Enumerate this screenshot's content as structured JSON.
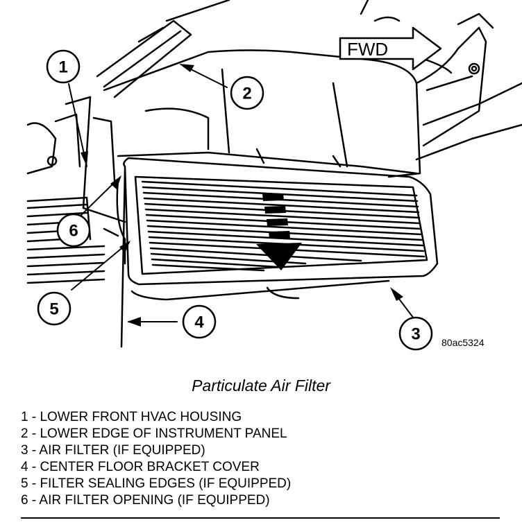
{
  "figure": {
    "title": "Particulate Air Filter",
    "reference_code": "80ac5324",
    "direction_label": "FWD"
  },
  "callouts": [
    {
      "number": "1"
    },
    {
      "number": "2"
    },
    {
      "number": "3"
    },
    {
      "number": "4"
    },
    {
      "number": "5"
    },
    {
      "number": "6"
    }
  ],
  "legend": [
    {
      "text": "1 - LOWER FRONT HVAC HOUSING"
    },
    {
      "text": "2 - LOWER EDGE OF INSTRUMENT PANEL"
    },
    {
      "text": "3 - AIR FILTER (IF EQUIPPED)"
    },
    {
      "text": "4 - CENTER FLOOR BRACKET COVER"
    },
    {
      "text": "5 - FILTER SEALING EDGES (IF EQUIPPED)"
    },
    {
      "text": "6 - AIR FILTER OPENING (IF EQUIPPED)"
    }
  ]
}
